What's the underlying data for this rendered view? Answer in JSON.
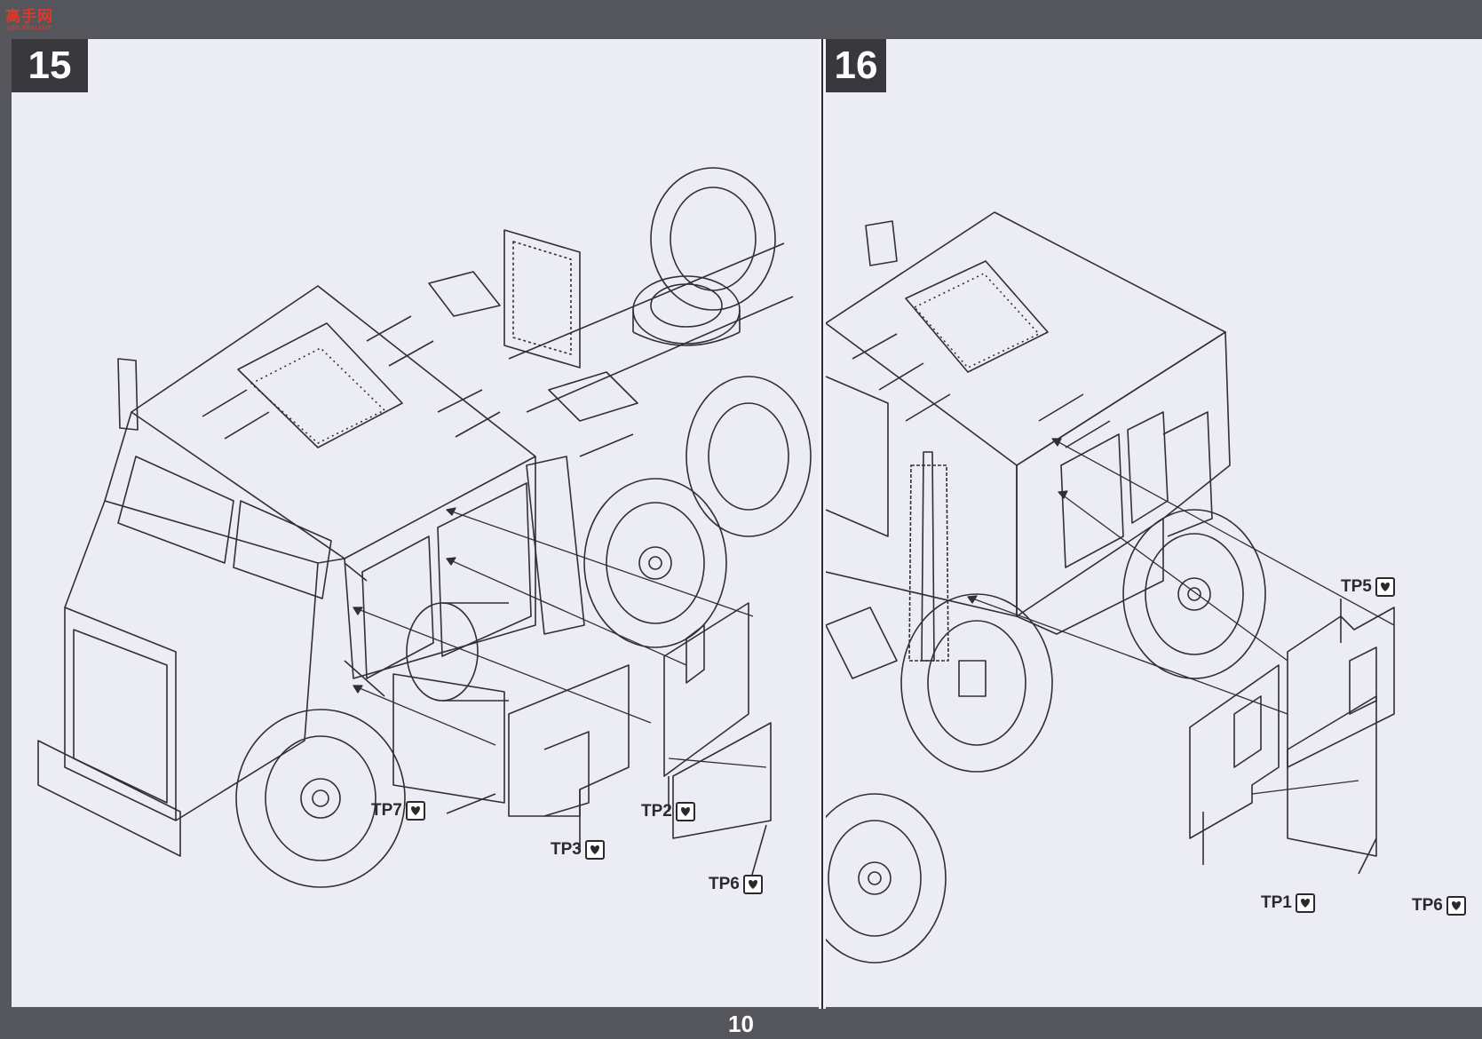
{
  "watermark": {
    "logo": "高手网",
    "url": "gao-shou.com"
  },
  "steps": [
    {
      "number": "15",
      "parts": [
        {
          "label": "TP7"
        },
        {
          "label": "TP3"
        },
        {
          "label": "TP2"
        },
        {
          "label": "TP6"
        }
      ]
    },
    {
      "number": "16",
      "parts": [
        {
          "label": "TP5"
        },
        {
          "label": "TP1"
        },
        {
          "label": "TP6"
        }
      ]
    }
  ],
  "page_number": "10",
  "icons": {
    "glue": "glue-icon"
  }
}
